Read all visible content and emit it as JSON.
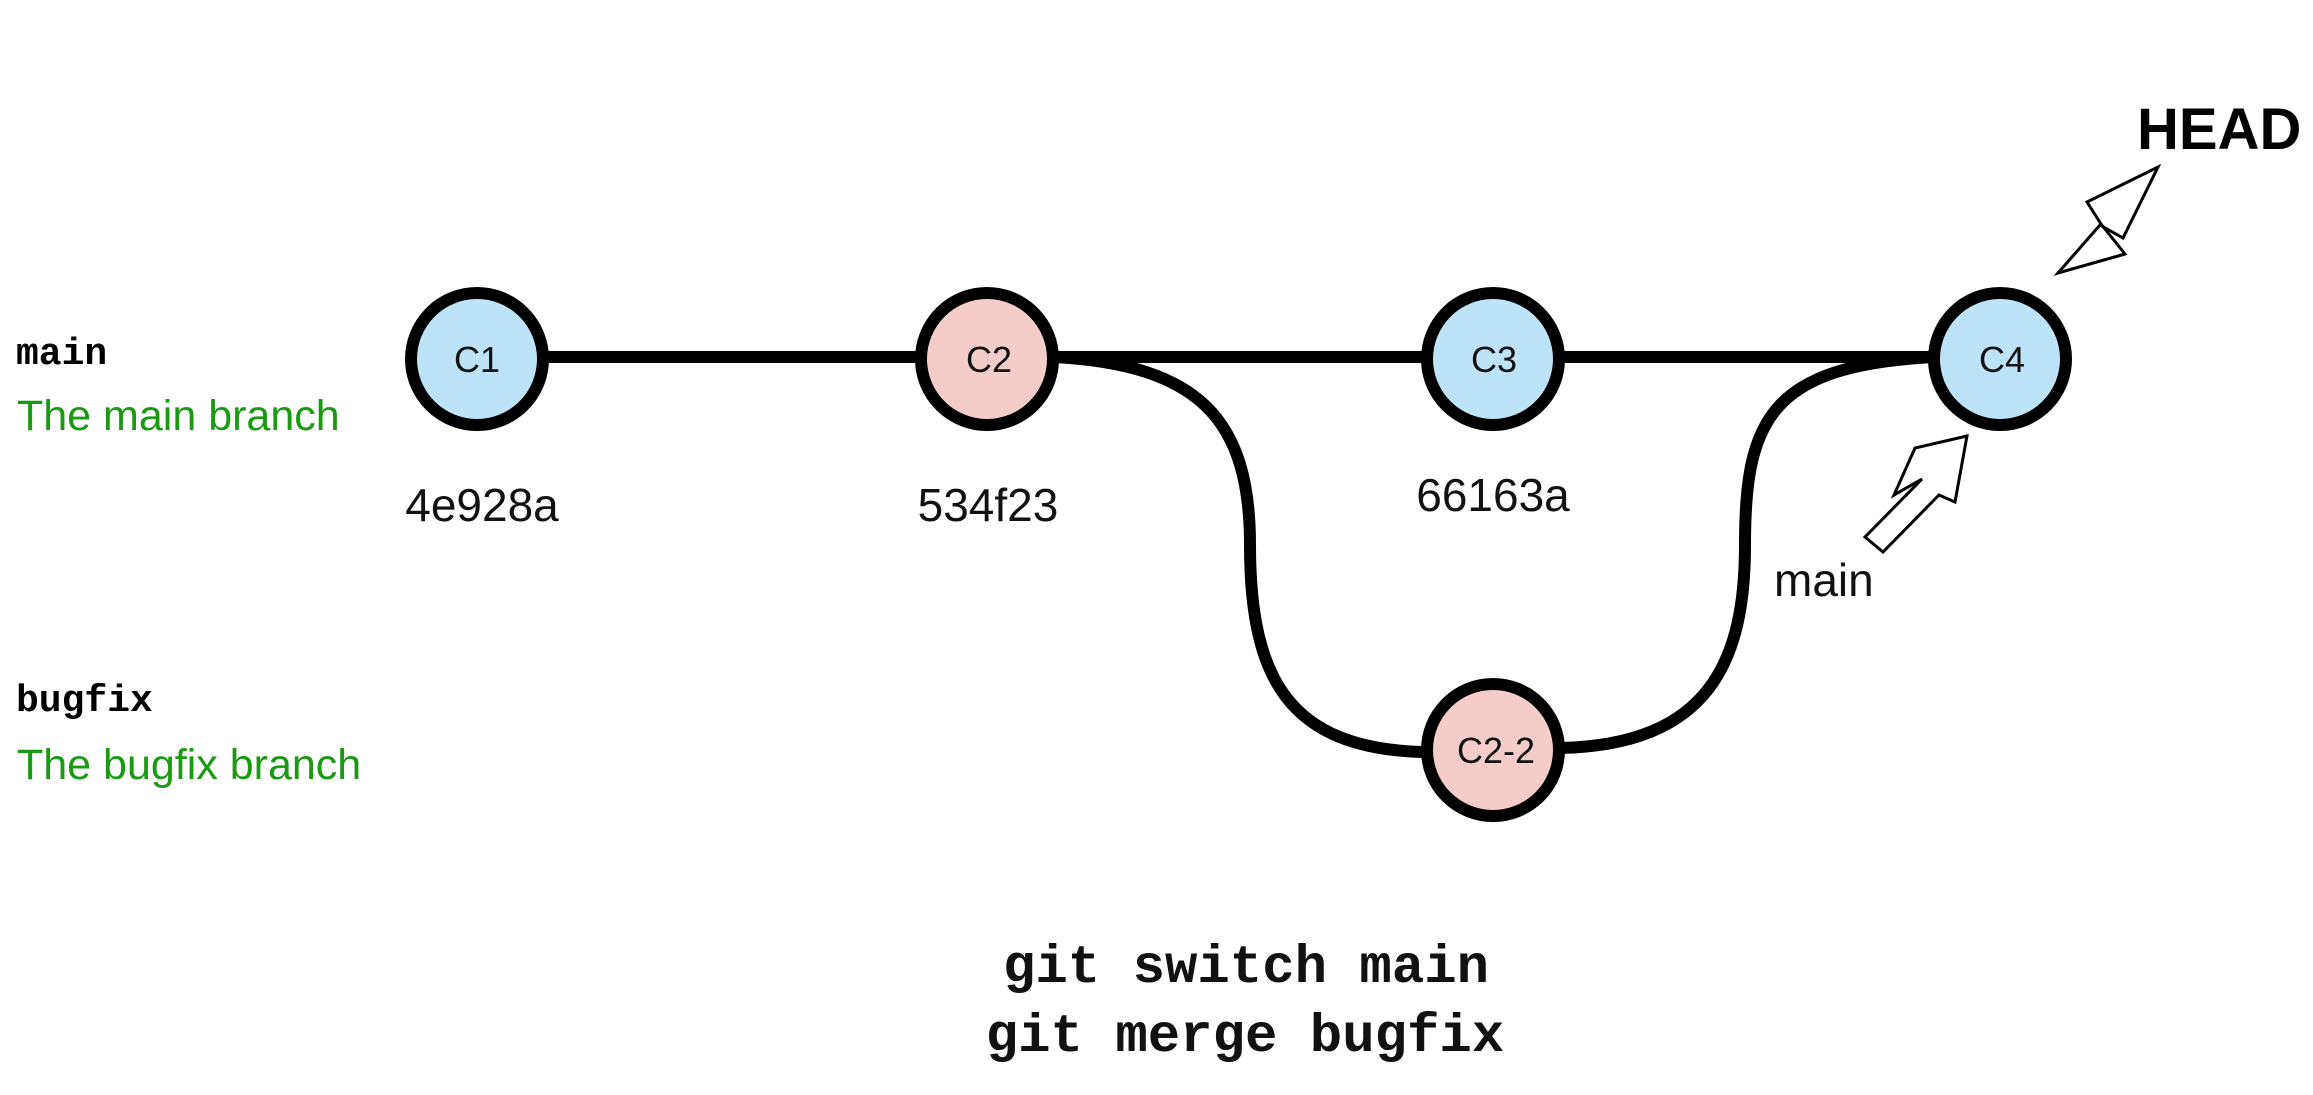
{
  "branches": {
    "main": {
      "name": "main",
      "description": "The main branch"
    },
    "bugfix": {
      "name": "bugfix",
      "description": "The bugfix branch"
    }
  },
  "commits": {
    "c1": {
      "label": "C1",
      "hash": "4e928a"
    },
    "c2": {
      "label": "C2",
      "hash": "534f23"
    },
    "c3": {
      "label": "C3",
      "hash": "66163a"
    },
    "c4": {
      "label": "C4"
    },
    "c2_2": {
      "label": "C2-2"
    }
  },
  "pointers": {
    "head": "HEAD",
    "main": "main"
  },
  "commands": {
    "line1": "git switch main",
    "line2": "git merge bugfix"
  },
  "colors": {
    "main_commit_fill": "#bde3f8",
    "bugfix_commit_fill": "#f4cdcb",
    "description_text": "#1a9a12"
  }
}
